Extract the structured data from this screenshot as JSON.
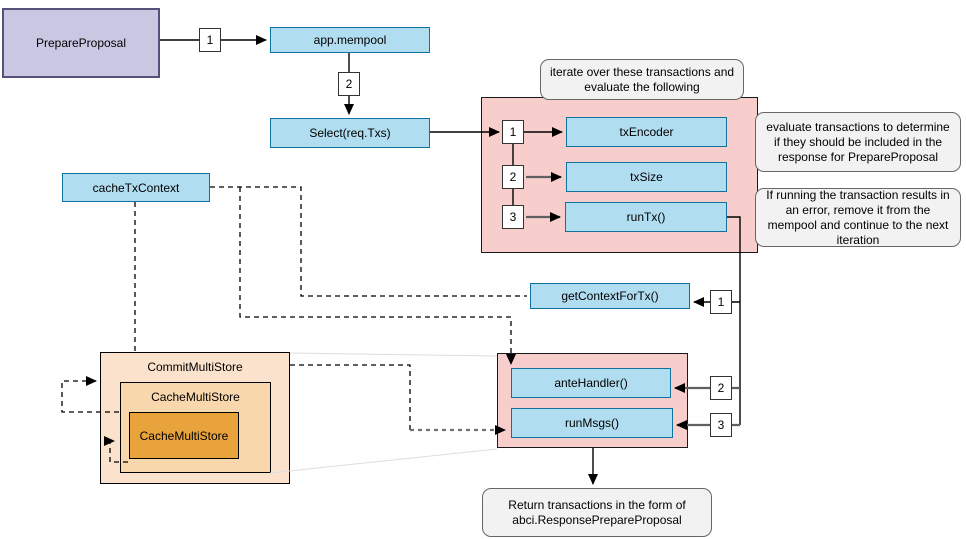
{
  "diagram": {
    "nodes": {
      "prepare_proposal": "PrepareProposal",
      "app_mempool": "app.mempool",
      "select_txs": "Select(req.Txs)",
      "tx_encoder": "txEncoder",
      "tx_size": "txSize",
      "run_tx": "runTx()",
      "cache_tx_context": "cacheTxContext",
      "get_context_for_tx": "getContextForTx()",
      "ante_handler": "anteHandler()",
      "run_msgs": "runMsgs()",
      "commit_multi_store": "CommitMultiStore",
      "cache_multi_store": "CacheMultiStore",
      "cache_multi_store_inner": "CacheMultiStore"
    },
    "badges": {
      "flow_1": "1",
      "flow_2": "2",
      "eval_1": "1",
      "eval_2": "2",
      "eval_3": "3",
      "run_1": "1",
      "run_2": "2",
      "run_3": "3"
    },
    "callouts": {
      "iterate": "iterate over these transactions and evaluate the following",
      "evaluate": "evaluate transactions to determine if they should be included in the response for PrepareProposal",
      "on_error": "If running the transaction results in an error, remove it from the mempool and continue to the next iteration",
      "return_note": "Return transactions in the form of abci.ResponsePrepareProposal"
    },
    "colors": {
      "node_fill": "#B1DDF0",
      "node_stroke": "#10739E",
      "entry_fill": "#CAC7E3",
      "entry_stroke": "#56517B",
      "group_fill": "#F8CECC",
      "store_outer_fill": "#FBE2CC",
      "store_mid_fill": "#F8D7AD",
      "store_inner_fill": "#E8A33D",
      "callout_fill": "#F2F2F2"
    }
  }
}
